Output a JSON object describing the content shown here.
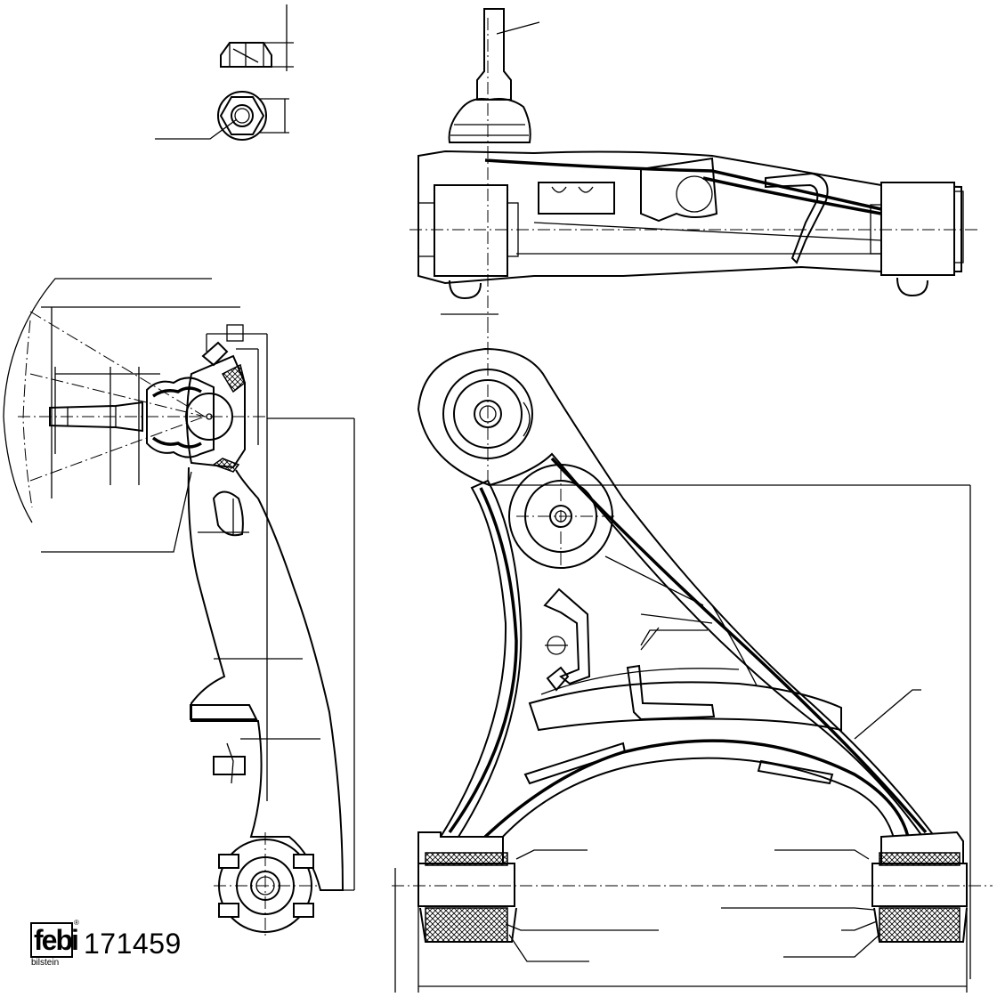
{
  "brand": {
    "logo_text": "febi",
    "logo_subtext": "bilstein",
    "registered_mark": "®"
  },
  "part": {
    "number": "171459"
  },
  "drawing": {
    "views": [
      "nut-top-view",
      "nut-front-view",
      "side-view",
      "top-view",
      "front-view"
    ]
  }
}
